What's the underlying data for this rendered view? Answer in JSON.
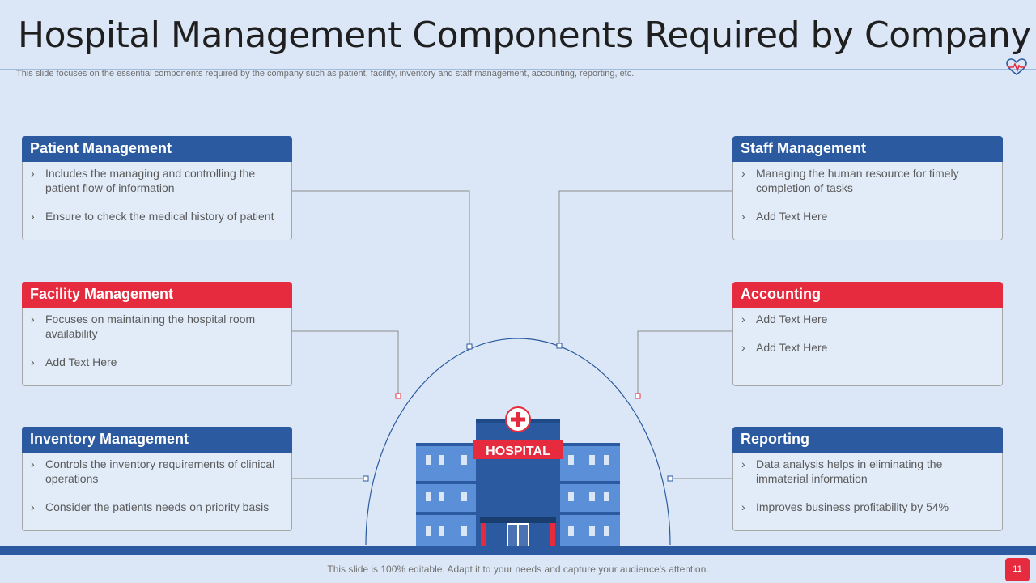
{
  "header": {
    "title": "Hospital Management Components Required by Company",
    "subtitle": "This slide focuses on the essential components required by the company such as patient, facility, inventory and staff management, accounting, reporting, etc."
  },
  "cards": {
    "patient": {
      "title": "Patient Management",
      "bullets": [
        "Includes the managing and controlling the patient flow of information",
        "Ensure to check the medical history of patient"
      ]
    },
    "facility": {
      "title": "Facility Management",
      "bullets": [
        "Focuses on maintaining the hospital room availability",
        "Add Text Here"
      ]
    },
    "inventory": {
      "title": "Inventory Management",
      "bullets": [
        "Controls the inventory requirements of clinical operations",
        "Consider the patients needs on priority basis"
      ]
    },
    "staff": {
      "title": "Staff Management",
      "bullets": [
        "Managing the human resource for timely completion of tasks",
        "Add Text Here"
      ]
    },
    "accounting": {
      "title": "Accounting",
      "bullets": [
        "Add Text Here",
        "Add Text Here"
      ]
    },
    "reporting": {
      "title": "Reporting",
      "bullets": [
        "Data analysis helps in eliminating the immaterial information",
        "Improves business profitability by 54%"
      ]
    }
  },
  "illustration": {
    "sign_text": "HOSPITAL"
  },
  "footer": {
    "text": "This slide is 100% editable. Adapt it to your needs and capture your audience's attention.",
    "page_number": "11"
  },
  "colors": {
    "blue": "#2b5aa0",
    "red": "#e52b3d",
    "background": "#dbe7f6",
    "building_light": "#5b8fd8"
  },
  "icons": [
    "heartbeat-icon",
    "medical-cross-icon",
    "hospital-building-icon"
  ]
}
